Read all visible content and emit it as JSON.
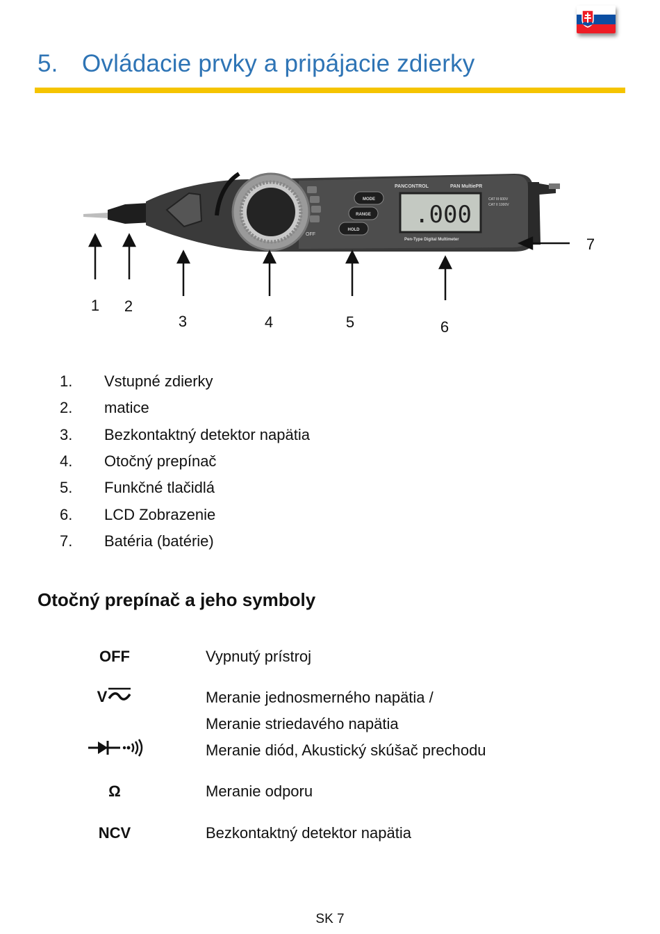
{
  "flag": {
    "colors": [
      "#ffffff",
      "#0b4ea2",
      "#ee1c25"
    ]
  },
  "section": {
    "number": "5.",
    "title": "Ovládacie prvky a pripájacie zdierky"
  },
  "figure": {
    "brand": "PANCONTROL",
    "model": "PAN MultiePR",
    "lcd_value": ".000",
    "caption": "Pen-Type Digital Multimeter",
    "buttons": [
      "MODE",
      "RANGE",
      "HOLD"
    ],
    "cat_text": [
      "CAT III 600V",
      "CAT II 1000V"
    ],
    "callouts": [
      "1",
      "2",
      "3",
      "4",
      "5",
      "6",
      "7"
    ]
  },
  "parts": [
    {
      "n": "1.",
      "label": "Vstupné zdierky"
    },
    {
      "n": "2.",
      "label": "matice"
    },
    {
      "n": "3.",
      "label": "Bezkontaktný detektor napätia"
    },
    {
      "n": "4.",
      "label": "Otočný prepínač"
    },
    {
      "n": "5.",
      "label": "Funkčné tlačidlá"
    },
    {
      "n": "6.",
      "label": "LCD Zobrazenie"
    },
    {
      "n": "7.",
      "label": "Batéria (batérie)"
    }
  ],
  "symbols_heading": "Otočný prepínač a jeho symboly",
  "symbols": [
    {
      "symbol": "OFF",
      "icon": "off-text",
      "desc": [
        "Vypnutý prístroj"
      ]
    },
    {
      "symbol": "V",
      "icon": "ac-dc-voltage-icon",
      "desc": [
        "Meranie jednosmerného napätia /",
        "Meranie striedavého napätia"
      ]
    },
    {
      "symbol": "",
      "icon": "diode-continuity-icon",
      "desc": [
        "Meranie diód, Akustický skúšač prechodu"
      ]
    },
    {
      "symbol": "Ω",
      "icon": "ohm-icon",
      "desc": [
        "Meranie odporu"
      ]
    },
    {
      "symbol": "NCV",
      "icon": "ncv-text",
      "desc": [
        "Bezkontaktný detektor napätia"
      ]
    }
  ],
  "footer": "SK 7"
}
